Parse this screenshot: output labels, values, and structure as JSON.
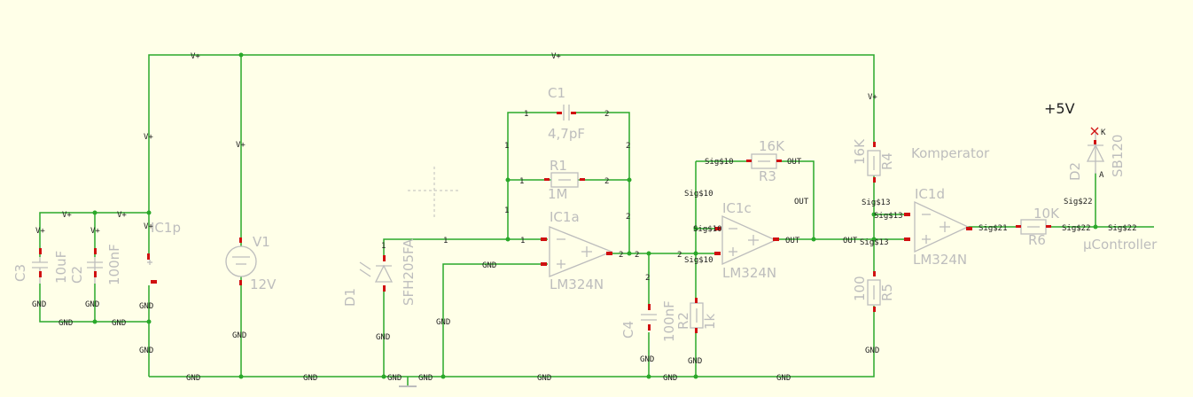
{
  "colors": {
    "background": "#ffffe8",
    "wire": "#2aa82a",
    "symbol": "#bdbdbd",
    "pad": "#d01010",
    "label": "#1e1e1e",
    "marker": "#d01010"
  },
  "power_label": "+5V",
  "nets": {
    "vplus": "V+",
    "gnd": "GND",
    "sig10": "Sig$10",
    "sig13": "Sig$13",
    "sig21": "Sig$21",
    "sig22": "Sig$22",
    "out": "OUT"
  },
  "pins": {
    "one": "1",
    "two": "2"
  },
  "parts": {
    "c1": {
      "name": "C1",
      "value": "4,7pF"
    },
    "r1": {
      "name": "R1",
      "value": "1M"
    },
    "r3": {
      "name": "R3",
      "value": "16K"
    },
    "r4": {
      "name": "R4",
      "value": "16K"
    },
    "r5": {
      "name": "R5",
      "value": "100"
    },
    "r6": {
      "name": "R6",
      "value": "10K"
    },
    "r2": {
      "name": "R2",
      "value": "1k"
    },
    "c4": {
      "name": "C4",
      "value": "100nF"
    },
    "c3": {
      "name": "C3",
      "value": "10uF"
    },
    "c2": {
      "name": "C2",
      "value": "100nF"
    },
    "v1": {
      "name": "V1",
      "value": "12V"
    },
    "d1": {
      "name": "D1",
      "value": "SFH205FA"
    },
    "d2": {
      "name": "D2",
      "value": "SB120"
    },
    "ic1a": {
      "name": "IC1a",
      "value": "LM324N"
    },
    "ic1c": {
      "name": "IC1c",
      "value": "LM324N"
    },
    "ic1d": {
      "name": "IC1d",
      "value": "LM324N"
    },
    "ic1p": {
      "name": "IC1p"
    }
  },
  "comparator_label": "Komperator",
  "controller_label": "µController",
  "diode_pin_marks": {
    "anode": "A",
    "cathode": "K"
  }
}
